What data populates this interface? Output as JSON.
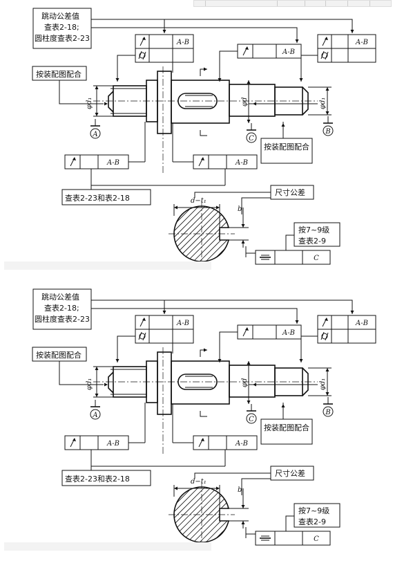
{
  "panels": [
    {
      "runout_note": [
        "跳动公差值",
        "查表2-18;",
        "圆柱度查表2-23"
      ],
      "fit_note_left": "按装配图配合",
      "fit_note_right": "按装配图配合",
      "table_note": "查表2-23和表2-18",
      "size_tol_note": "尺寸公差",
      "grade_note": [
        "按7~9级",
        "查表2-9"
      ],
      "datum_ref": "A-B",
      "datum_ref_c": "C",
      "datums": [
        "A",
        "C",
        "B"
      ],
      "dim_d1": "φd₁",
      "dim_d": "φd",
      "dim_dt1": "d−t₁",
      "dim_b": "b"
    },
    {
      "runout_note": [
        "跳动公差值",
        "查表2-18;",
        "圆柱度查表2-23"
      ],
      "fit_note_left": "按装配图配合",
      "fit_note_right": "按装配图配合",
      "table_note": "查表2-23和表2-18",
      "size_tol_note": "尺寸公差",
      "grade_note": [
        "按7~9级",
        "查表2-9"
      ],
      "datum_ref": "A-B",
      "datum_ref_c": "C",
      "datums": [
        "A",
        "C",
        "B"
      ],
      "dim_d1": "φd₁",
      "dim_d": "φd",
      "dim_dt1": "d−t₁",
      "dim_b": "b"
    }
  ]
}
